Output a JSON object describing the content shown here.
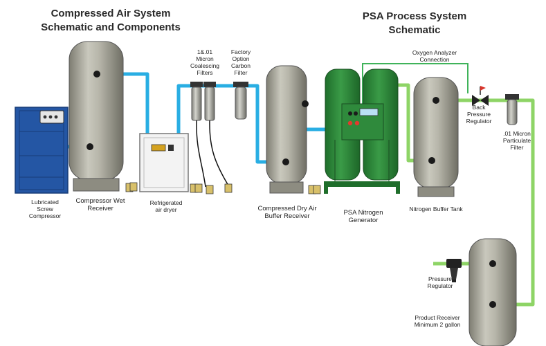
{
  "titles": {
    "left_line1": "Compressed Air System",
    "left_line2": "Schematic and Components",
    "right_line1": "PSA Process System",
    "right_line2": "Schematic"
  },
  "labels": {
    "compressor": [
      "Lubricated",
      "Screw",
      "Compressor"
    ],
    "wet_receiver": [
      "Compressor Wet",
      "Receiver"
    ],
    "dryer": [
      "Refrigerated",
      "air dryer"
    ],
    "coalescing": [
      "1&.01",
      "Micron",
      "Coalescing",
      "Filters"
    ],
    "carbon": [
      "Factory",
      "Option",
      "Carbon",
      "Filter"
    ],
    "dry_receiver": [
      "Compressed Dry Air",
      "Buffer Receiver"
    ],
    "generator": [
      "PSA Nitrogen",
      "Generator"
    ],
    "buffer_tank": [
      "Nitrogen Buffer Tank"
    ],
    "analyzer": [
      "Oxygen Analyzer",
      "Connection"
    ],
    "back_pressure": [
      "Back",
      "Pressure",
      "Regulator"
    ],
    "particulate": [
      ".01 Micron",
      "Particulate",
      "Filter"
    ],
    "pressure_reg": [
      "Pressure",
      "Regulator"
    ],
    "product_receiver": [
      "Product Receiver",
      "Minimum 2 gallon"
    ]
  },
  "colors": {
    "air_pipe": "#29aee3",
    "nitrogen_pipe": "#8ed466",
    "tank": "#a8a79b",
    "generator": "#2f8a3c",
    "compressor": "#2456a4"
  }
}
